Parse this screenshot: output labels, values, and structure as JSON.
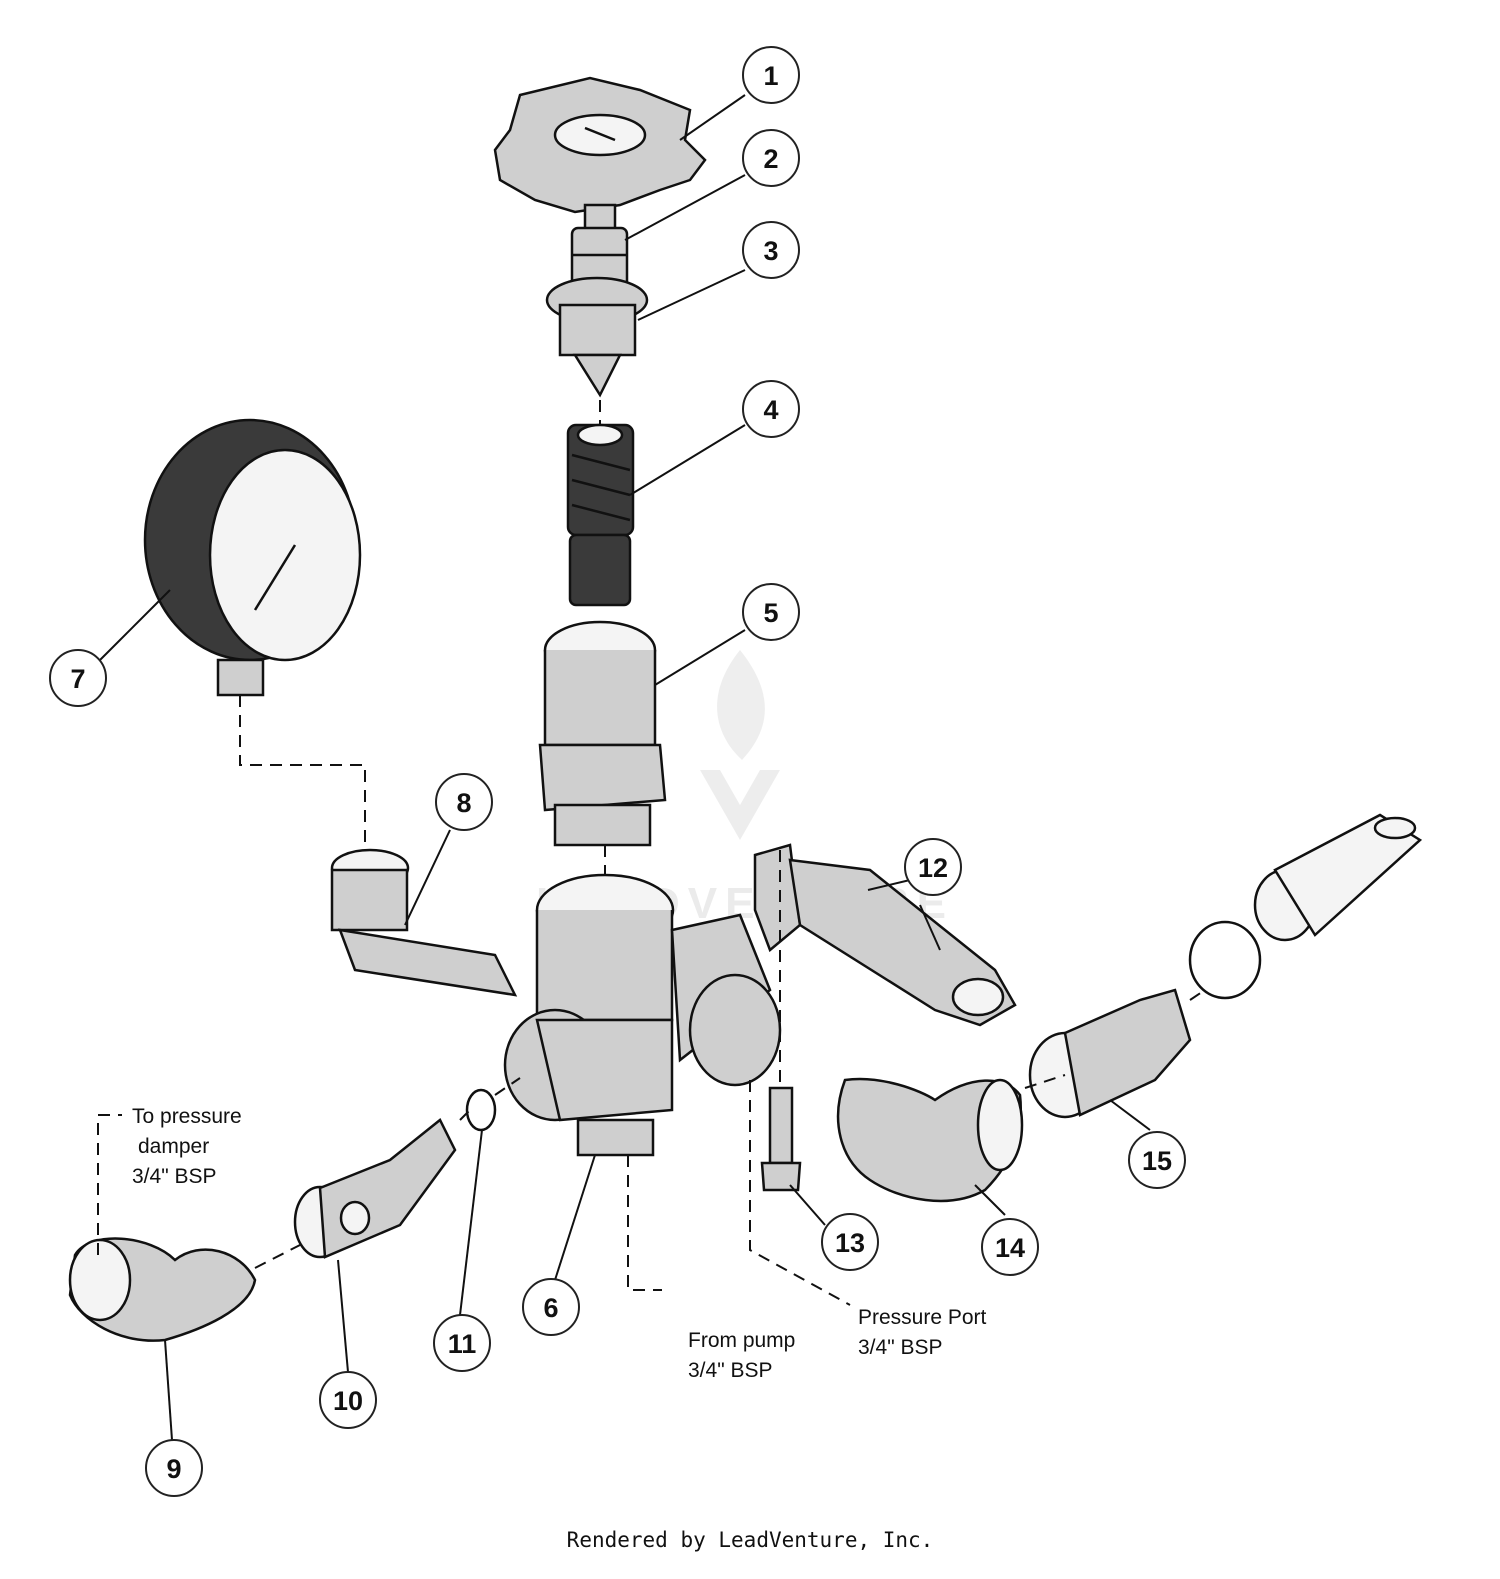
{
  "diagram": {
    "callouts": [
      "1",
      "2",
      "3",
      "4",
      "5",
      "6",
      "7",
      "8",
      "9",
      "10",
      "11",
      "12",
      "13",
      "14",
      "15"
    ],
    "annotations": {
      "to_pressure_damper": [
        "To pressure",
        "damper",
        "3/4\" BSP"
      ],
      "from_pump": [
        "From pump",
        "3/4\" BSP"
      ],
      "pressure_port": [
        "Pressure Port",
        "3/4\" BSP"
      ]
    },
    "watermark": "LEADVENTURE"
  },
  "footer": {
    "text": "Rendered by LeadVenture, Inc."
  },
  "colors": {
    "ink": "#111111",
    "background": "#ffffff",
    "watermark": "#e9e9e9"
  }
}
